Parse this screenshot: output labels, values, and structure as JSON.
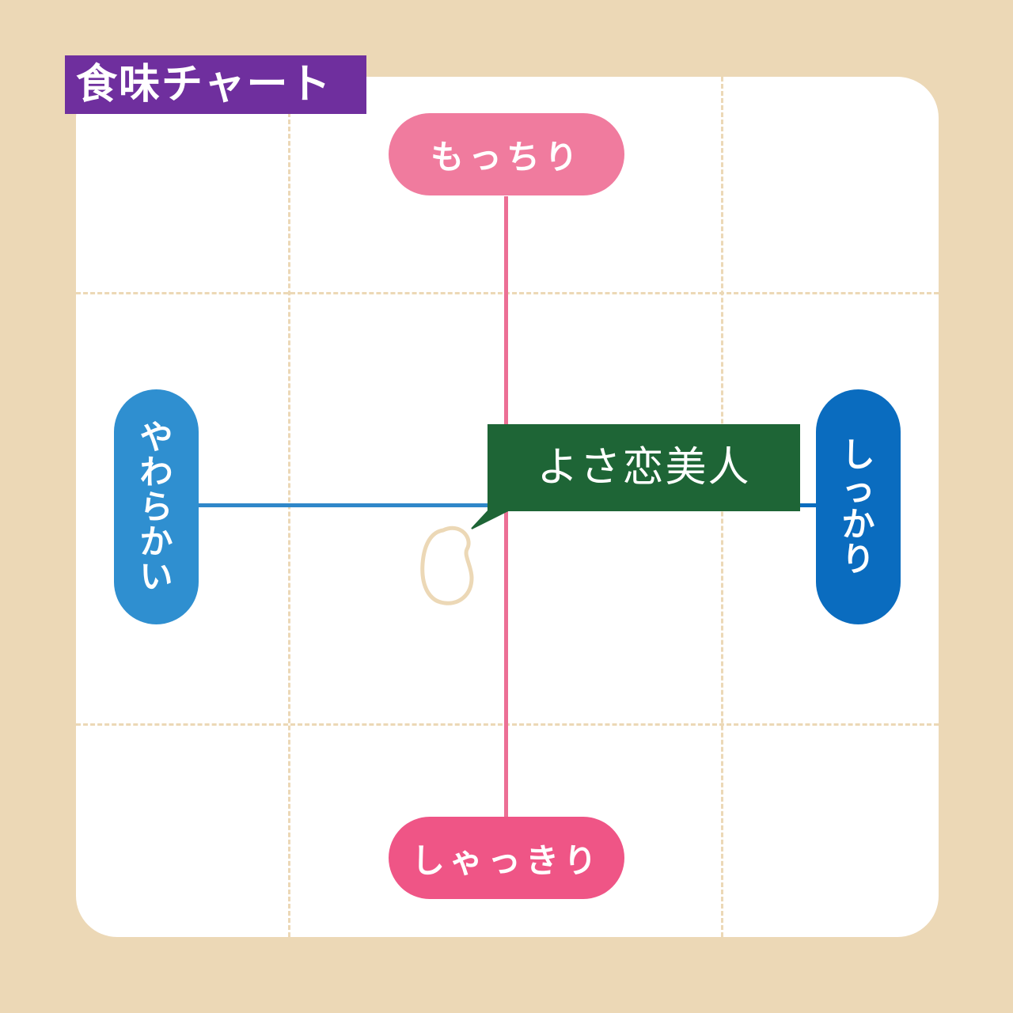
{
  "title": "食味チャート",
  "axes": {
    "top": "もっちり",
    "bottom": "しゃっきり",
    "left": "やわらかい",
    "right": "しっかり"
  },
  "marker": {
    "label": "よさ恋美人",
    "icon": "rice-grain-icon",
    "position": {
      "horizontal": "slightly toward やわらかい",
      "vertical": "slightly toward しゃっきり"
    }
  },
  "colors": {
    "background": "#ecd8b6",
    "title_bg": "#6f2f9e",
    "top_pill": "#f07b9e",
    "bottom_pill": "#ef5586",
    "left_pill": "#2f8fd0",
    "right_pill": "#0a6cbf",
    "vertical_axis": "#ec6f95",
    "horizontal_axis": "#2f87c9",
    "callout_bg": "#1e6536",
    "grain_outline": "#ecd8b6"
  }
}
